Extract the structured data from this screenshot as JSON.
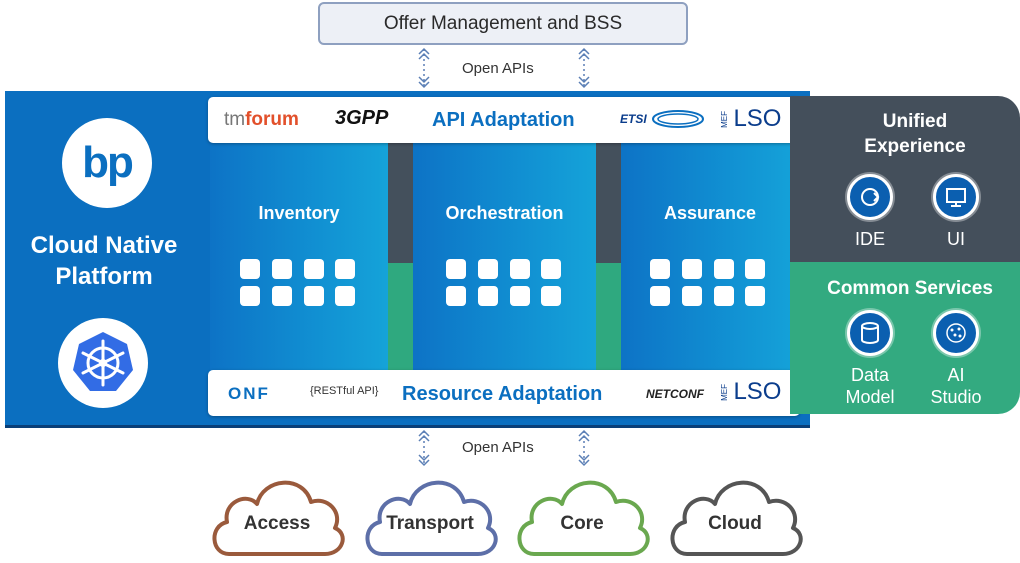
{
  "top_box": {
    "label": "Offer Management and BSS"
  },
  "open_apis_top": "Open APIs",
  "open_apis_bottom": "Open APIs",
  "platform": {
    "logo_text": "bp",
    "title_line1": "Cloud Native",
    "title_line2": "Platform"
  },
  "api_adaptation": {
    "title": "API Adaptation",
    "logos": {
      "tm": "tm",
      "forum": "forum",
      "threegpp": "3GPP",
      "etsi": "ETSI",
      "mef": "MEF",
      "lso": "LSO"
    }
  },
  "columns": [
    {
      "label": "Inventory"
    },
    {
      "label": "Orchestration"
    },
    {
      "label": "Assurance"
    }
  ],
  "resource_adaptation": {
    "title": "Resource Adaptation",
    "logos": {
      "onf": "ONF",
      "restful": "{RESTful API}",
      "netconf": "NETCONF",
      "mef": "MEF",
      "lso": "LSO"
    }
  },
  "unified_experience": {
    "title_line1": "Unified",
    "title_line2": "Experience",
    "items": [
      {
        "label": "IDE",
        "icon": "ide-icon"
      },
      {
        "label": "UI",
        "icon": "ui-icon"
      }
    ]
  },
  "common_services": {
    "title": "Common Services",
    "items": [
      {
        "label_line1": "Data",
        "label_line2": "Model",
        "icon": "database-icon"
      },
      {
        "label_line1": "AI",
        "label_line2": "Studio",
        "icon": "ai-brain-icon"
      }
    ]
  },
  "clouds": [
    {
      "label": "Access",
      "color": "#9a5a3c"
    },
    {
      "label": "Transport",
      "color": "#5d6fa8"
    },
    {
      "label": "Core",
      "color": "#6aa84f"
    },
    {
      "label": "Cloud",
      "color": "#555555"
    }
  ],
  "colors": {
    "brand_blue": "#0b6fc0",
    "dark_panel": "#444f5b",
    "green_panel": "#33aa80"
  }
}
